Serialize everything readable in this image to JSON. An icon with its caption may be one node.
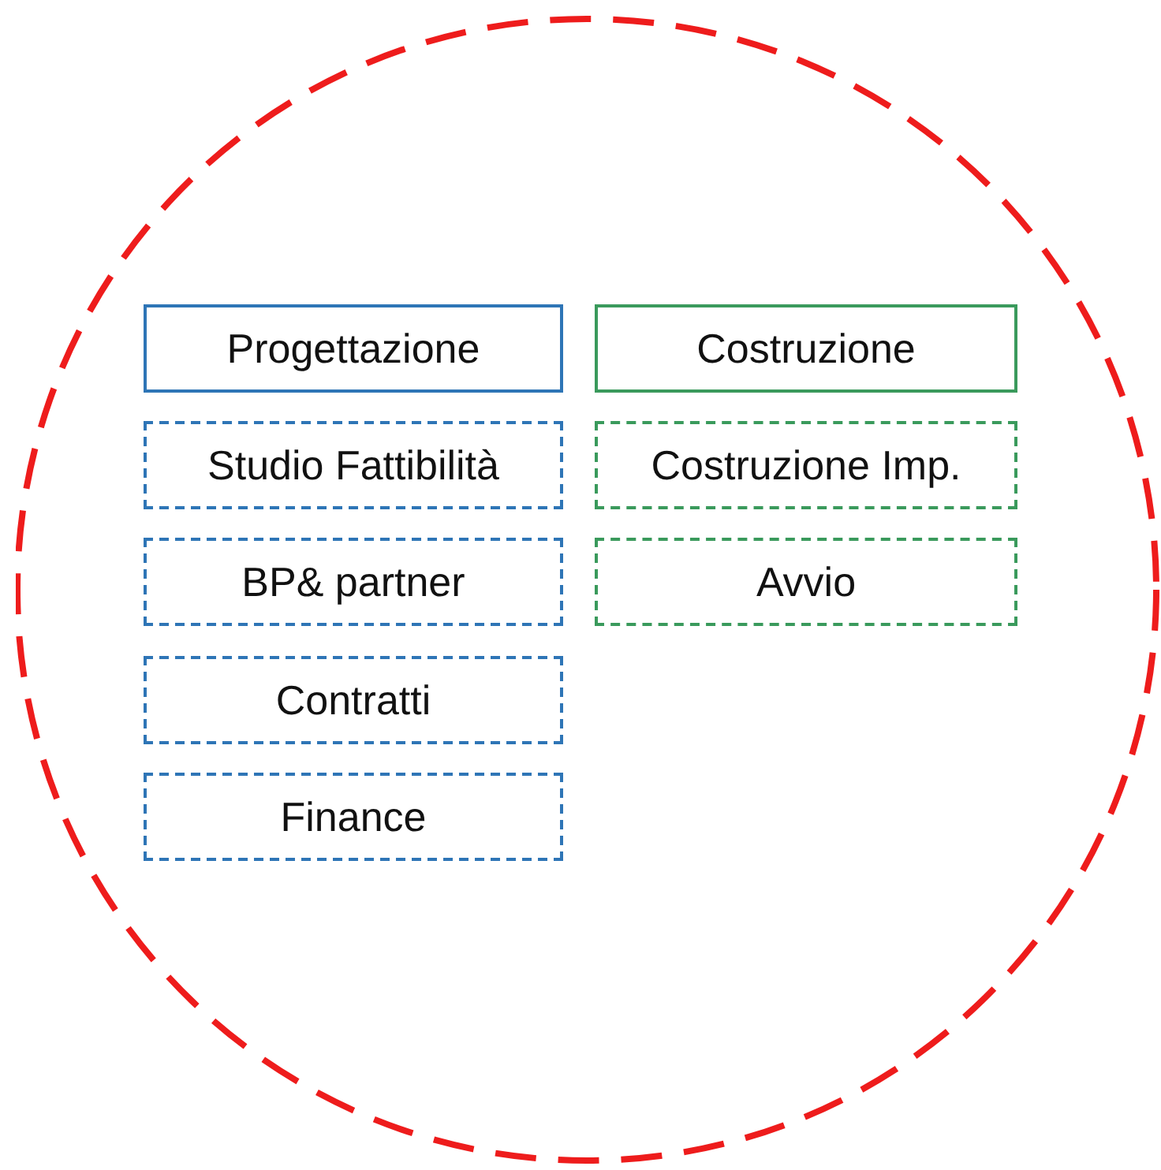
{
  "diagram": {
    "nodes": [
      {
        "text": [],
        "shape": "circle"
      },
      {
        "text": [
          "Progettazione"
        ],
        "in": 0
      },
      {
        "text": [
          "Studio Fattibilità"
        ],
        "in": 0
      },
      {
        "text": [
          "BP& partner"
        ],
        "in": 0
      },
      {
        "text": [
          "Contratti"
        ],
        "in": 0
      },
      {
        "text": [
          "Finance"
        ],
        "in": 0
      },
      {
        "text": [
          "Costruzione"
        ],
        "in": 0
      },
      {
        "text": [
          "Costruzione Imp."
        ],
        "in": 0
      },
      {
        "text": [
          "Avvio"
        ],
        "in": 0
      }
    ]
  }
}
